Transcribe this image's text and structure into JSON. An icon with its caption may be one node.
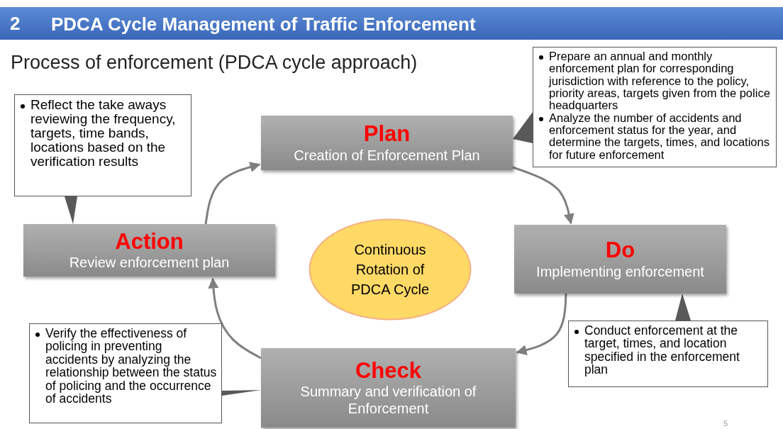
{
  "diagram": {
    "title": "PDCA Cycle Management of Traffic Enforcement",
    "nodes": [
      {
        "text": [
          "Plan",
          "Creation of Enforcement Plan"
        ]
      },
      {
        "text": [
          "Do",
          "Implementing enforcement"
        ]
      },
      {
        "text": [
          "Check",
          "Summary and verification of Enforcement"
        ]
      },
      {
        "text": [
          "Action",
          "Review enforcement plan"
        ]
      },
      {
        "text": [
          "Continuous Rotation of PDCA Cycle"
        ]
      },
      {
        "text": [
          "Prepare an annual and monthly enforcement plan for corresponding jurisdiction with reference to the policy, priority areas, targets given from the police headquarters",
          "Analyze the number of accidents and enforcement status for the year, and determine the targets, times, and locations for future enforcement"
        ]
      },
      {
        "text": [
          "Conduct enforcement at the target, times, and location specified in the enforcement plan"
        ]
      },
      {
        "text": [
          "Verify the effectiveness of policing in preventing accidents by analyzing the relationship between the status of policing and the occurrence of accidents"
        ]
      },
      {
        "text": [
          "Reflect the take aways reviewing the frequency, targets, time bands, locations based on the verification results"
        ]
      }
    ],
    "edges": [
      {
        "from": 0,
        "to": 1,
        "arrow": "to"
      },
      {
        "from": 1,
        "to": 2,
        "arrow": "to"
      },
      {
        "from": 2,
        "to": 3,
        "arrow": "to"
      },
      {
        "from": 3,
        "to": 0,
        "arrow": "to"
      },
      {
        "from": 5,
        "to": 0,
        "arrow": "to",
        "style": "thick"
      },
      {
        "from": 6,
        "to": 1,
        "arrow": "to",
        "style": "thick"
      },
      {
        "from": 7,
        "to": 2,
        "arrow": "to",
        "style": "thick"
      },
      {
        "from": 8,
        "to": 3,
        "arrow": "to",
        "style": "thick"
      }
    ],
    "labels": [
      "2",
      "Process of enforcement (PDCA cycle approach)",
      "5"
    ]
  }
}
